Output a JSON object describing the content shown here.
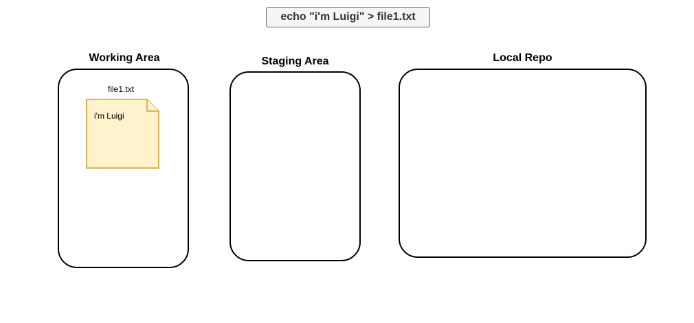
{
  "command": {
    "text": "echo \"i'm Luigi\" > file1.txt"
  },
  "areas": {
    "working": {
      "title": "Working Area"
    },
    "staging": {
      "title": "Staging Area"
    },
    "repo": {
      "title": "Local Repo"
    }
  },
  "file": {
    "name": "file1.txt",
    "content": "i'm Luigi"
  },
  "colors": {
    "note_fill": "#fff2cc",
    "note_border": "#d6b656",
    "command_fill": "#f5f5f5",
    "command_border": "#666666",
    "command_text": "#333333"
  },
  "icons": {
    "file": "note-document-icon"
  }
}
